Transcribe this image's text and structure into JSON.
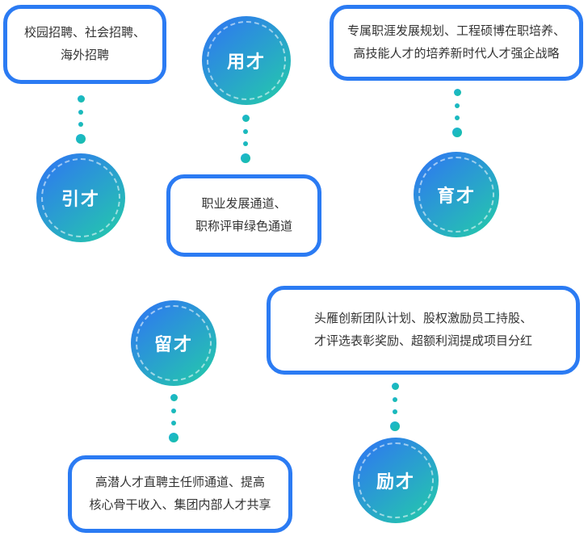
{
  "nodes": {
    "yongcai": {
      "label": "用才"
    },
    "yincai": {
      "label": "引才"
    },
    "yucai": {
      "label": "育才"
    },
    "liucai": {
      "label": "留才"
    },
    "licai": {
      "label": "励才"
    }
  },
  "cards": {
    "recruit": {
      "lines": [
        "校园招聘、社会招聘、",
        "海外招聘"
      ]
    },
    "develop": {
      "lines": [
        "专属职涯发展规划、工程硕博在职培养、",
        "高技能人才的培养新时代人才强企战略"
      ]
    },
    "career": {
      "lines": [
        "职业发展通道、",
        "职称评审绿色通道"
      ]
    },
    "incentive": {
      "lines": [
        "头雁创新团队计划、股权激励员工持股、",
        "才评选表彰奖励、超额利润提成项目分红"
      ]
    },
    "retain": {
      "lines": [
        "高潜人才直聘主任师通道、提高",
        "核心骨干收入、集团内部人才共享"
      ]
    }
  },
  "colors": {
    "card_border": "#2b7bf3",
    "card_text": "#333333",
    "circle_grad_start": "#2e7bee",
    "circle_grad_end": "#24c9ab",
    "dot_start": "#1fb3d6",
    "dot_end": "#17bfa6",
    "circle_text": "#ffffff"
  }
}
